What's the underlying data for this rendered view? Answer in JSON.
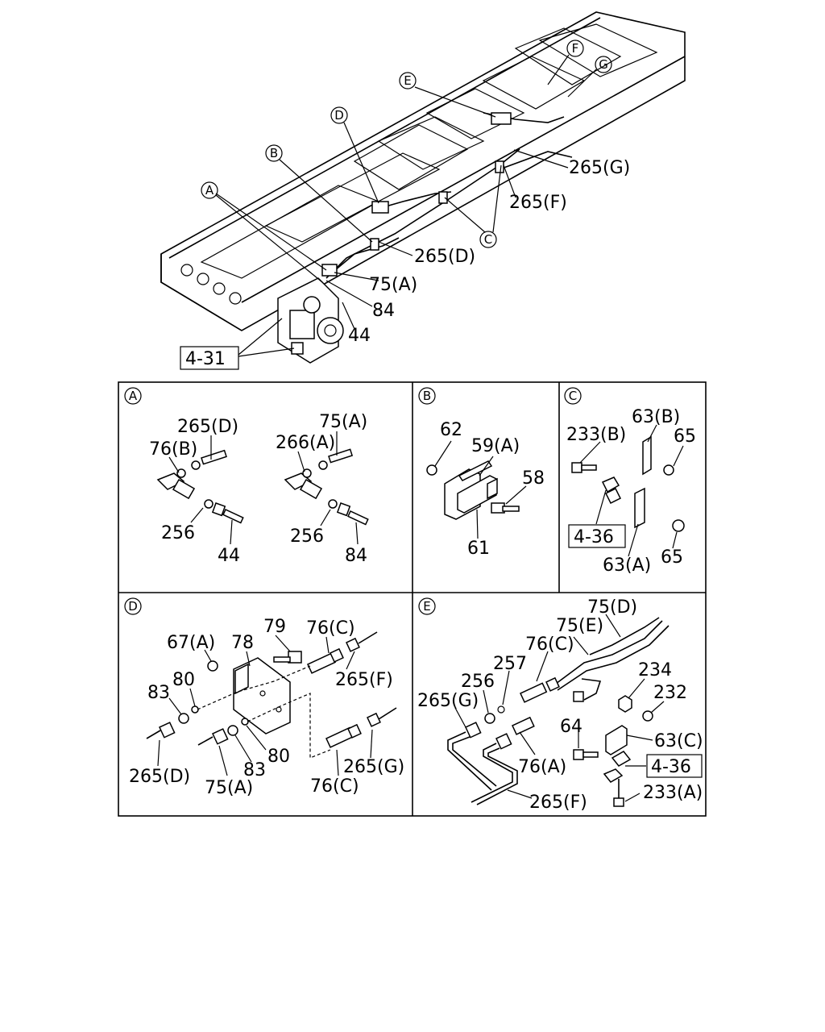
{
  "diagram": {
    "overview": {
      "callouts": [
        "A",
        "B",
        "C",
        "D",
        "E",
        "F",
        "G"
      ],
      "labels": {
        "p265g": "265(G)",
        "p265f": "265(F)",
        "p265d": "265(D)",
        "p75a": "75(A)",
        "p84": "84",
        "p44": "44",
        "ref431": "4-31"
      }
    },
    "panels": {
      "A": {
        "letter": "A",
        "labels": {
          "p265d": "265(D)",
          "p76b": "76(B)",
          "p256_1": "256",
          "p44": "44",
          "p75a": "75(A)",
          "p266a": "266(A)",
          "p256_2": "256",
          "p84": "84"
        }
      },
      "B": {
        "letter": "B",
        "labels": {
          "p62": "62",
          "p59a": "59(A)",
          "p58": "58",
          "p61": "61"
        }
      },
      "C": {
        "letter": "C",
        "labels": {
          "p63b": "63(B)",
          "p233b": "233(B)",
          "p65_1": "65",
          "ref436": "4-36",
          "p63a": "63(A)",
          "p65_2": "65"
        }
      },
      "D": {
        "letter": "D",
        "labels": {
          "p79": "79",
          "p76c_1": "76(C)",
          "p67a": "67(A)",
          "p78": "78",
          "p80_1": "80",
          "p265f": "265(F)",
          "p83_1": "83",
          "p265d": "265(D)",
          "p83_2": "83",
          "p80_2": "80",
          "p75a": "75(A)",
          "p265g": "265(G)",
          "p76c_2": "76(C)"
        }
      },
      "E": {
        "letter": "E",
        "labels": {
          "p75d": "75(D)",
          "p75e": "75(E)",
          "p76c": "76(C)",
          "p257": "257",
          "p256": "256",
          "p234": "234",
          "p265g": "265(G)",
          "p232": "232",
          "p64": "64",
          "p63c": "63(C)",
          "p76a": "76(A)",
          "ref436": "4-36",
          "p265f": "265(F)",
          "p233a": "233(A)"
        }
      }
    }
  }
}
